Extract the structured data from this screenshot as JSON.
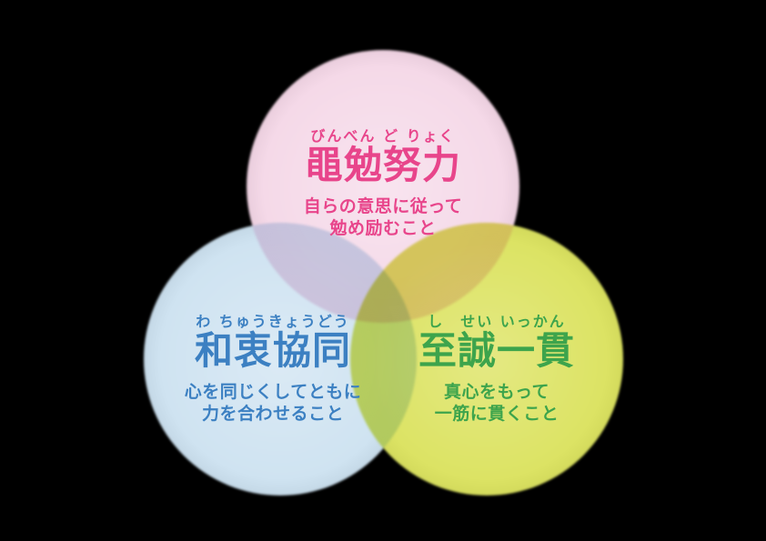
{
  "diagram": {
    "background_color": "#000000",
    "circles": [
      {
        "id": "binben-doryoku",
        "furigana": "びんべん ど りょく",
        "title": "黽勉努力",
        "description_lines": [
          "自らの意思に従って",
          "勉め励むこと"
        ],
        "fill_color": "#f5d9e8",
        "text_color": "#e8458b"
      },
      {
        "id": "wachu-kyodo",
        "furigana": "わ ちゅうきょうどう",
        "title": "和衷協同",
        "description_lines": [
          "心を同じくしてともに",
          "力を合わせること"
        ],
        "fill_color": "#cfe3f1",
        "text_color": "#3c80c2"
      },
      {
        "id": "shisei-ikkan",
        "furigana": "し　せい いっかん",
        "title": "至誠一貫",
        "description_lines": [
          "真心をもって",
          "一筋に貫くこと"
        ],
        "fill_color": "#dce364",
        "text_color": "#3da44c"
      }
    ]
  }
}
